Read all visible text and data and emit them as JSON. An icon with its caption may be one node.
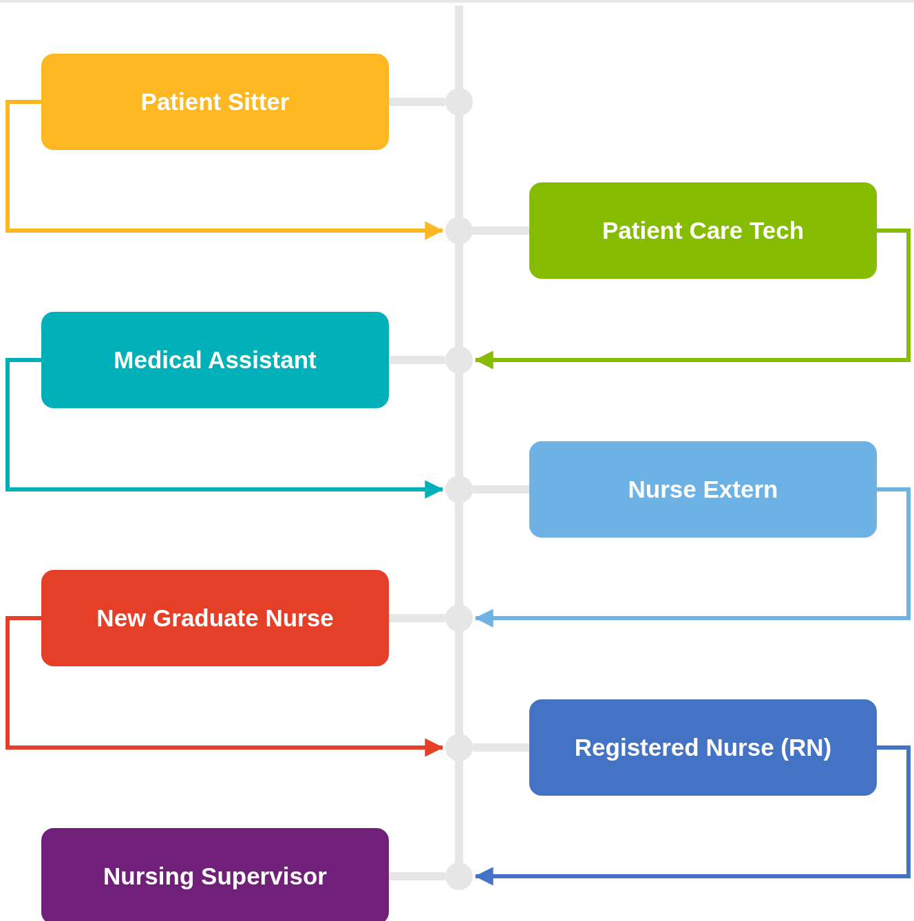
{
  "diagram": {
    "nodes": [
      {
        "text": [
          "Patient Sitter"
        ]
      },
      {
        "text": [
          "Patient Care Tech"
        ]
      },
      {
        "text": [
          "Medical Assistant"
        ]
      },
      {
        "text": [
          "Nurse Extern"
        ]
      },
      {
        "text": [
          "New Graduate Nurse"
        ]
      },
      {
        "text": [
          "Registered Nurse (RN)"
        ]
      },
      {
        "text": [
          "Nursing Supervisor"
        ]
      },
      {
        "text": [],
        "shape": "circle"
      },
      {
        "text": [],
        "shape": "circle"
      },
      {
        "text": [],
        "shape": "circle"
      },
      {
        "text": [],
        "shape": "circle"
      },
      {
        "text": [],
        "shape": "circle"
      },
      {
        "text": [],
        "shape": "circle"
      },
      {
        "text": [],
        "shape": "circle"
      }
    ],
    "edges": [
      {
        "from": 0,
        "to": 7,
        "arrow": "none"
      },
      {
        "from": 0,
        "to": 8,
        "arrow": "to",
        "color": "#fdb721"
      },
      {
        "from": 1,
        "to": 8,
        "arrow": "none"
      },
      {
        "from": 1,
        "to": 9,
        "arrow": "to",
        "color": "#86bc00"
      },
      {
        "from": 2,
        "to": 9,
        "arrow": "none"
      },
      {
        "from": 2,
        "to": 10,
        "arrow": "to",
        "color": "#00b0b9"
      },
      {
        "from": 3,
        "to": 10,
        "arrow": "none"
      },
      {
        "from": 3,
        "to": 11,
        "arrow": "to",
        "color": "#6cb2e4"
      },
      {
        "from": 4,
        "to": 11,
        "arrow": "none"
      },
      {
        "from": 4,
        "to": 12,
        "arrow": "to",
        "color": "#e63f28"
      },
      {
        "from": 5,
        "to": 12,
        "arrow": "none"
      },
      {
        "from": 5,
        "to": 13,
        "arrow": "to",
        "color": "#4472c4"
      },
      {
        "from": 6,
        "to": 13,
        "arrow": "none"
      }
    ]
  }
}
